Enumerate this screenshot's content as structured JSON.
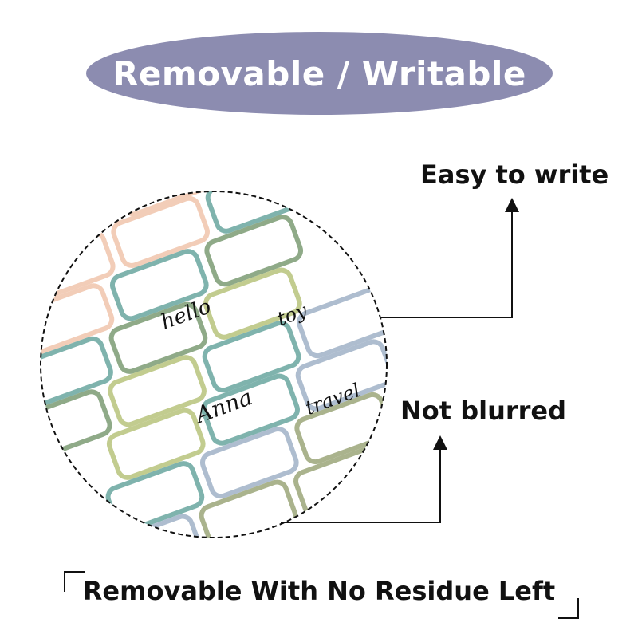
{
  "banner": {
    "title": "Removable / Writable",
    "color": "#8c8cb0"
  },
  "callouts": {
    "easy": "Easy to write",
    "blur": "Not blurred"
  },
  "labels": {
    "hello": "hello",
    "toy": "toy",
    "anna": "Anna",
    "travel": "travel"
  },
  "footer": {
    "text": "Removable With No Residue Left"
  },
  "colors": {
    "peach": "#f2cdb8",
    "teal": "#7fb3ad",
    "sage": "#8faa88",
    "lime": "#c2cc8f",
    "blue_gray": "#aebdcf",
    "olive": "#aab38d"
  }
}
